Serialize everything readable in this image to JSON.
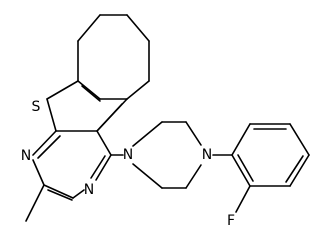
{
  "diagram": {
    "type": "structural-formula",
    "atoms": {
      "S": "S",
      "N_pyr_left": "N",
      "N_pyr_right": "N",
      "N_pip_left": "N",
      "N_pip_right": "N",
      "F": "F"
    },
    "colors": {
      "bond": "#000000",
      "text": "#000000",
      "background": "#ffffff"
    }
  }
}
